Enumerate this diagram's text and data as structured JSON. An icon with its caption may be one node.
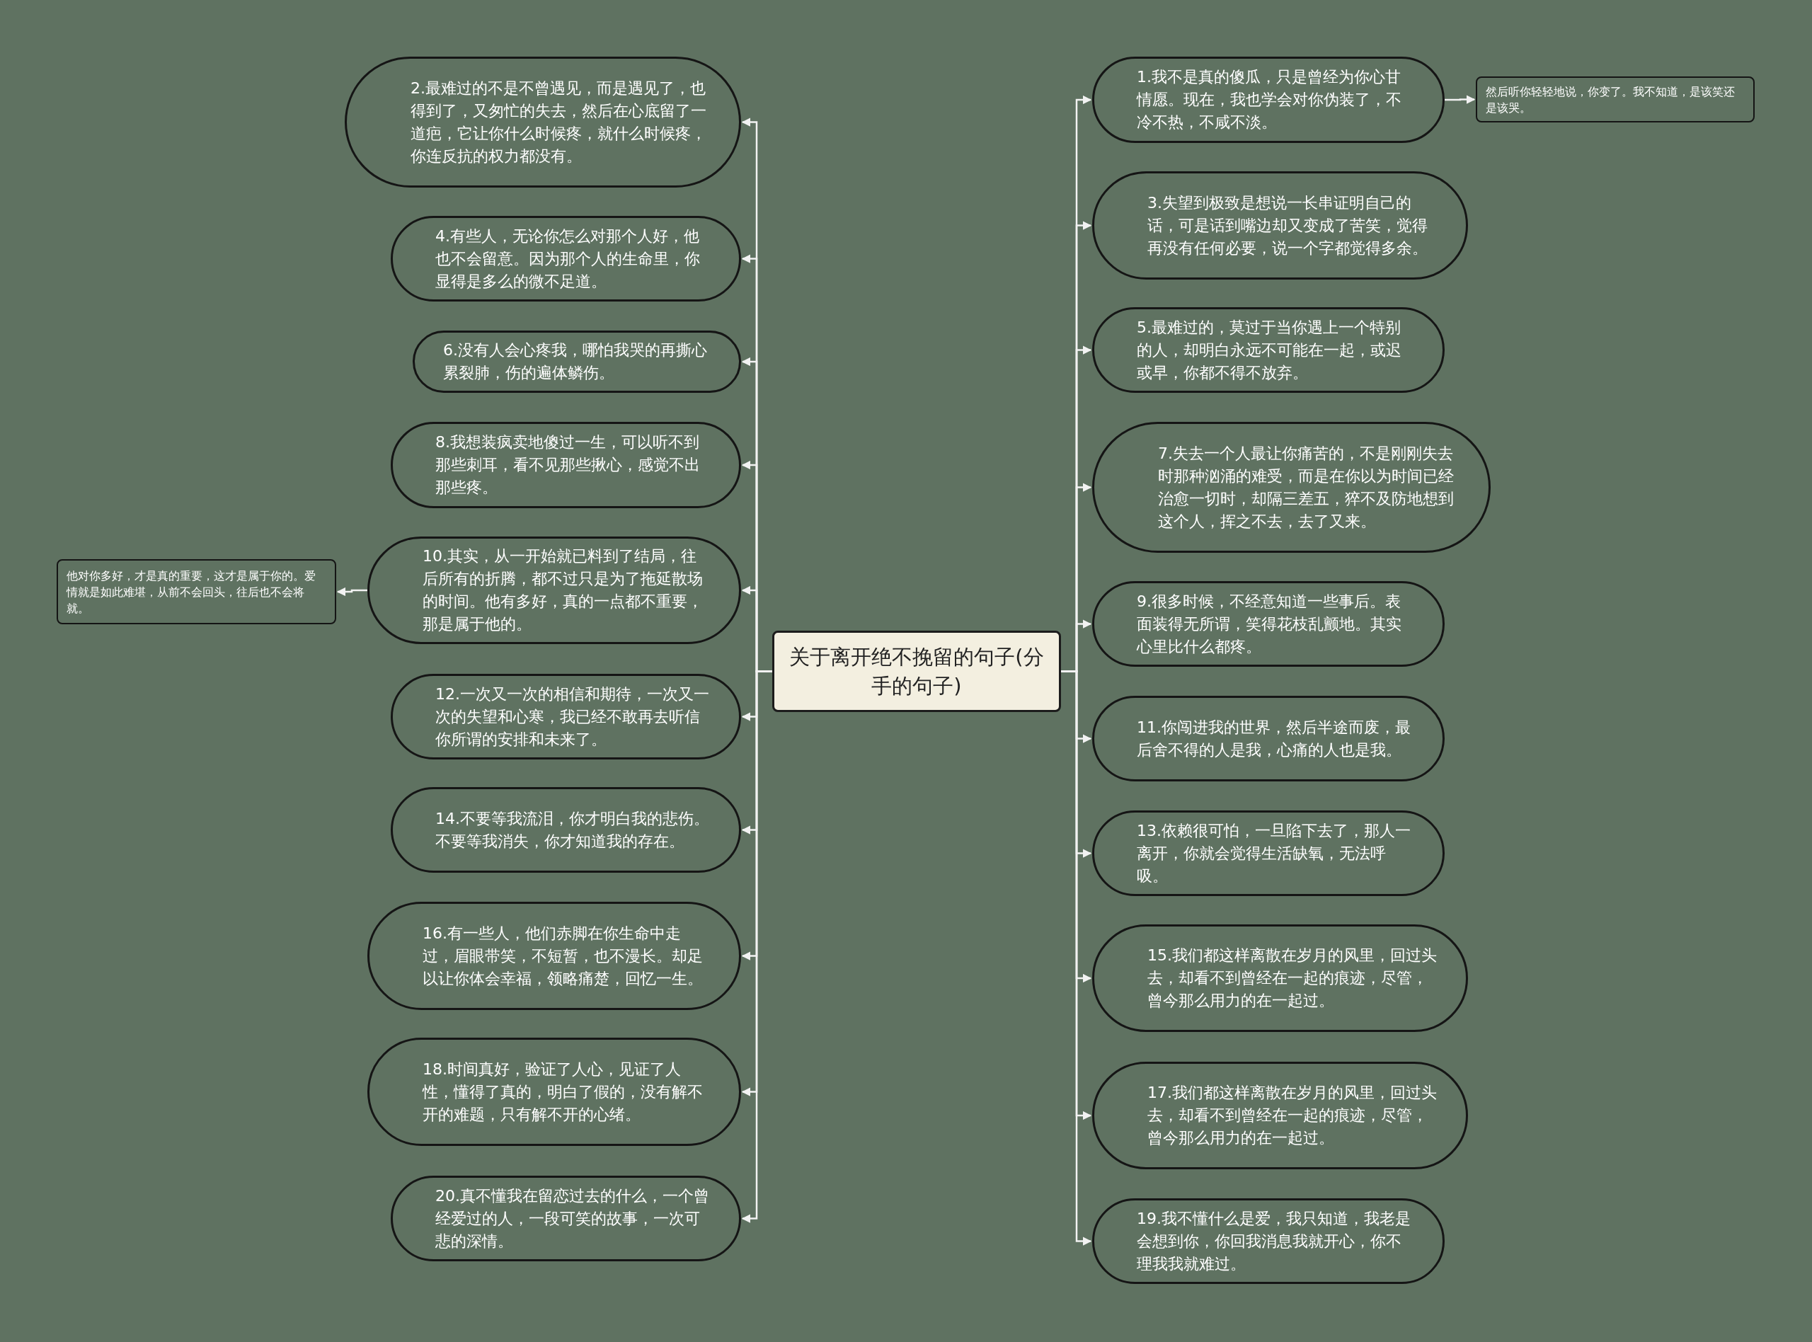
{
  "diagram": {
    "nodes": [
      {
        "text": [
          "关于离开绝不挽留的句子(分手的句子)"
        ]
      },
      {
        "text": [
          "1.我不是真的傻瓜，只是曾经为你心甘情愿。现在，我也学会对你伪装了，不冷不热，不咸不淡。"
        ]
      },
      {
        "text": [
          "2.最难过的不是不曾遇见，而是遇见了，也得到了，又匆忙的失去，然后在心底留了一道疤，它让你什么时候疼，就什么时候疼，你连反抗的权力都没有。"
        ]
      },
      {
        "text": [
          "3.失望到极致是想说一长串证明自己的话，可是话到嘴边却又变成了苦笑，觉得再没有任何必要，说一个字都觉得多余。"
        ]
      },
      {
        "text": [
          "4.有些人，无论你怎么对那个人好，他也不会留意。因为那个人的生命里，你显得是多么的微不足道。"
        ]
      },
      {
        "text": [
          "5.最难过的，莫过于当你遇上一个特别的人，却明白永远不可能在一起，或迟或早，你都不得不放弃。"
        ]
      },
      {
        "text": [
          "6.没有人会心疼我，哪怕我哭的再撕心累裂肺，伤的遍体鳞伤。"
        ]
      },
      {
        "text": [
          "7.失去一个人最让你痛苦的，不是刚刚失去时那种汹涌的难受，而是在你以为时间已经治愈一切时，却隔三差五，猝不及防地想到这个人，挥之不去，去了又来。"
        ]
      },
      {
        "text": [
          "8.我想装疯卖地傻过一生，可以听不到那些刺耳，看不见那些揪心，感觉不出那些疼。"
        ]
      },
      {
        "text": [
          "9.很多时候，不经意知道一些事后。表面装得无所谓，笑得花枝乱颤地。其实心里比什么都疼。"
        ]
      },
      {
        "text": [
          "10.其实，从一开始就已料到了结局，往后所有的折腾，都不过只是为了拖延散场的时间。他有多好，真的一点都不重要，那是属于他的。"
        ]
      },
      {
        "text": [
          "11.你闯进我的世界，然后半途而废，最后舍不得的人是我，心痛的人也是我。"
        ]
      },
      {
        "text": [
          "12.一次又一次的相信和期待，一次又一次的失望和心寒，我已经不敢再去听信你所谓的安排和未来了。"
        ]
      },
      {
        "text": [
          "13.依赖很可怕，一旦陷下去了，那人一离开，你就会觉得生活缺氧，无法呼吸。"
        ]
      },
      {
        "text": [
          "14.不要等我流泪，你才明白我的悲伤。不要等我消失，你才知道我的存在。"
        ]
      },
      {
        "text": [
          "15.我们都这样离散在岁月的风里，回过头去，却看不到曾经在一起的痕迹，尽管，曾今那么用力的在一起过。"
        ]
      },
      {
        "text": [
          "16.有一些人，他们赤脚在你生命中走过，眉眼带笑，不短暂，也不漫长。却足以让你体会幸福，领略痛楚，回忆一生。"
        ]
      },
      {
        "text": [
          "17.我们都这样离散在岁月的风里，回过头去，却看不到曾经在一起的痕迹，尽管，曾今那么用力的在一起过。"
        ]
      },
      {
        "text": [
          "18.时间真好，验证了人心，见证了人性，懂得了真的，明白了假的，没有解不开的难题，只有解不开的心绪。"
        ]
      },
      {
        "text": [
          "19.我不懂什么是爱，我只知道，我老是会想到你，你回我消息我就开心，你不理我我就难过。"
        ]
      },
      {
        "text": [
          "20.真不懂我在留恋过去的什么，一个曾经爱过的人，一段可笑的故事，一次可悲的深情。"
        ]
      },
      {
        "text": [
          "然后听你轻轻地说，你变了。我不知道，是该笑还是该哭。"
        ]
      },
      {
        "text": [
          "他对你多好，才是真的重要，这才是属于你的。爱情就是如此难堪，从前不会回头，往后也不会将就。"
        ]
      }
    ],
    "edges": [
      {
        "from": 0,
        "to": 1,
        "arrow": "to"
      },
      {
        "from": 0,
        "to": 2,
        "arrow": "to"
      },
      {
        "from": 0,
        "to": 3,
        "arrow": "to"
      },
      {
        "from": 0,
        "to": 4,
        "arrow": "to"
      },
      {
        "from": 0,
        "to": 5,
        "arrow": "to"
      },
      {
        "from": 0,
        "to": 6,
        "arrow": "to"
      },
      {
        "from": 0,
        "to": 7,
        "arrow": "to"
      },
      {
        "from": 0,
        "to": 8,
        "arrow": "to"
      },
      {
        "from": 0,
        "to": 9,
        "arrow": "to"
      },
      {
        "from": 0,
        "to": 10,
        "arrow": "to"
      },
      {
        "from": 0,
        "to": 11,
        "arrow": "to"
      },
      {
        "from": 0,
        "to": 12,
        "arrow": "to"
      },
      {
        "from": 0,
        "to": 13,
        "arrow": "to"
      },
      {
        "from": 0,
        "to": 14,
        "arrow": "to"
      },
      {
        "from": 0,
        "to": 15,
        "arrow": "to"
      },
      {
        "from": 0,
        "to": 16,
        "arrow": "to"
      },
      {
        "from": 0,
        "to": 17,
        "arrow": "to"
      },
      {
        "from": 0,
        "to": 18,
        "arrow": "to"
      },
      {
        "from": 0,
        "to": 19,
        "arrow": "to"
      },
      {
        "from": 0,
        "to": 20,
        "arrow": "to"
      },
      {
        "from": 1,
        "to": 21,
        "arrow": "to"
      },
      {
        "from": 10,
        "to": 22,
        "arrow": "to"
      }
    ]
  }
}
